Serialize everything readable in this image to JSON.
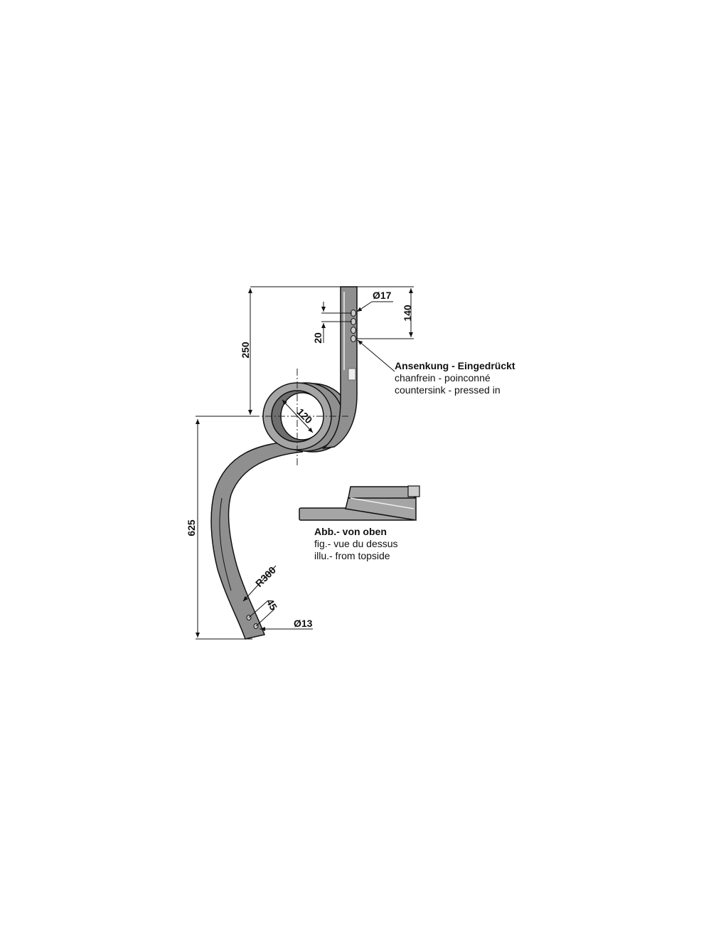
{
  "dimensions": {
    "total_height": "625",
    "upper_height": "250",
    "hole_span": "140",
    "hole_pitch": "20",
    "hole_diameter": "Ø17",
    "coil_diameter": "120",
    "radius": "R300",
    "tip_hole_pitch": "45",
    "tip_hole_diameter": "Ø13"
  },
  "notes": {
    "countersink": {
      "de": "Ansenkung - Eingedrückt",
      "fr": "chanfrein - poinconné",
      "en": "countersink - pressed in"
    },
    "top_view": {
      "de": "Abb.- von oben",
      "fr": "fig.- vue du dessus",
      "en": "illu.- from topside"
    }
  }
}
